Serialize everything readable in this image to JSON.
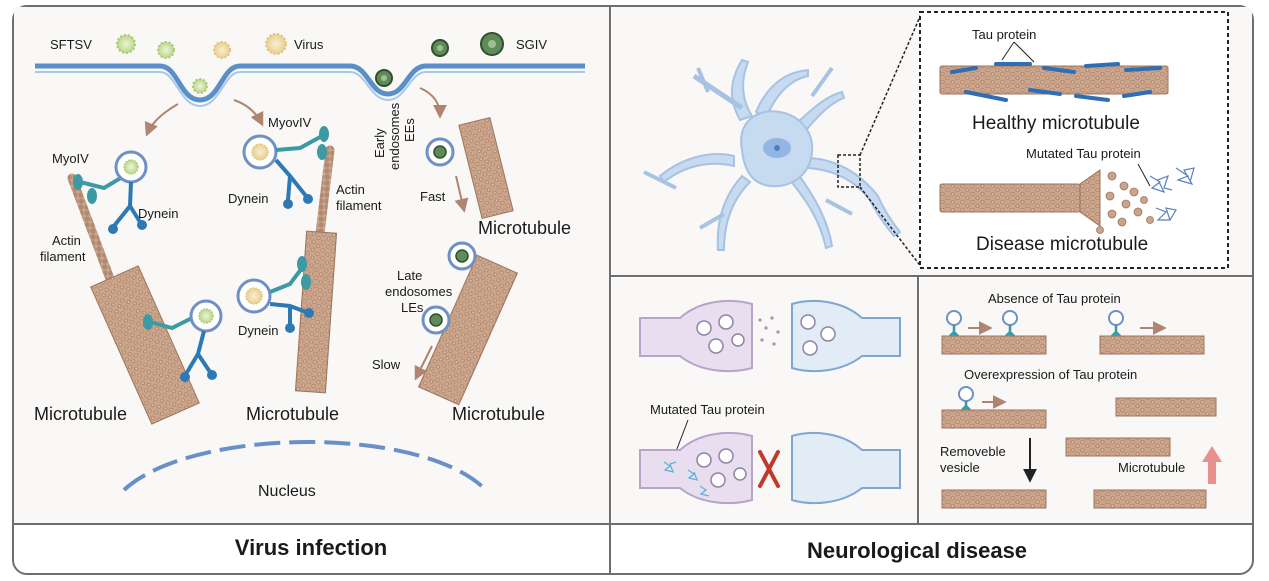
{
  "left_panel": {
    "labels": {
      "sftsv": "SFTSV",
      "virus": "Virus",
      "sgiv": "SGIV",
      "myoiv": "MyoIV",
      "myoviv": "MyovIV",
      "dynein_1": "Dynein",
      "dynein_2": "Dynein",
      "dynein_3": "Dynein",
      "actin_filament_1a": "Actin",
      "actin_filament_1b": "filament",
      "actin_filament_2a": "Actin",
      "actin_filament_2b": "filament",
      "early_endosomes_1": "Early",
      "early_endosomes_2": "endosomes",
      "early_endosomes_3": "EEs",
      "fast": "Fast",
      "microtubule_right_top": "Microtubule",
      "late_endosomes_1": "Late",
      "late_endosomes_2": "endosomes",
      "late_endosomes_3": "LEs",
      "slow": "Slow",
      "microtubule_1": "Microtubule",
      "microtubule_2": "Microtubule",
      "microtubule_3": "Microtubule",
      "nucleus": "Nucleus"
    },
    "footer_title": "Virus infection"
  },
  "right_panel": {
    "inset": {
      "tau_protein": "Tau protein",
      "healthy_microtubule": "Healthy microtubule",
      "mutated_tau_protein": "Mutated Tau protein",
      "disease_microtubule": "Disease microtubule"
    },
    "synapse": {
      "mutated_tau_protein": "Mutated Tau protein"
    },
    "transport": {
      "absence": "Absence of Tau protein",
      "overexpression": "Overexpression of Tau protein",
      "removeble_1": "Removeble",
      "removeble_2": "vesicle",
      "microtubule": "Microtubule"
    },
    "footer_title": "Neurological disease"
  },
  "colors": {
    "border": "#6e6e6e",
    "membrane": "#5b8fc7",
    "microtubule": "#c9a48a",
    "microtubule_dark": "#8e6a54",
    "motor": "#3b9aa3",
    "dynein": "#2e79b3",
    "neuron": "#c6daf0",
    "arrow": "#b08470",
    "cross": "#c0392b"
  }
}
